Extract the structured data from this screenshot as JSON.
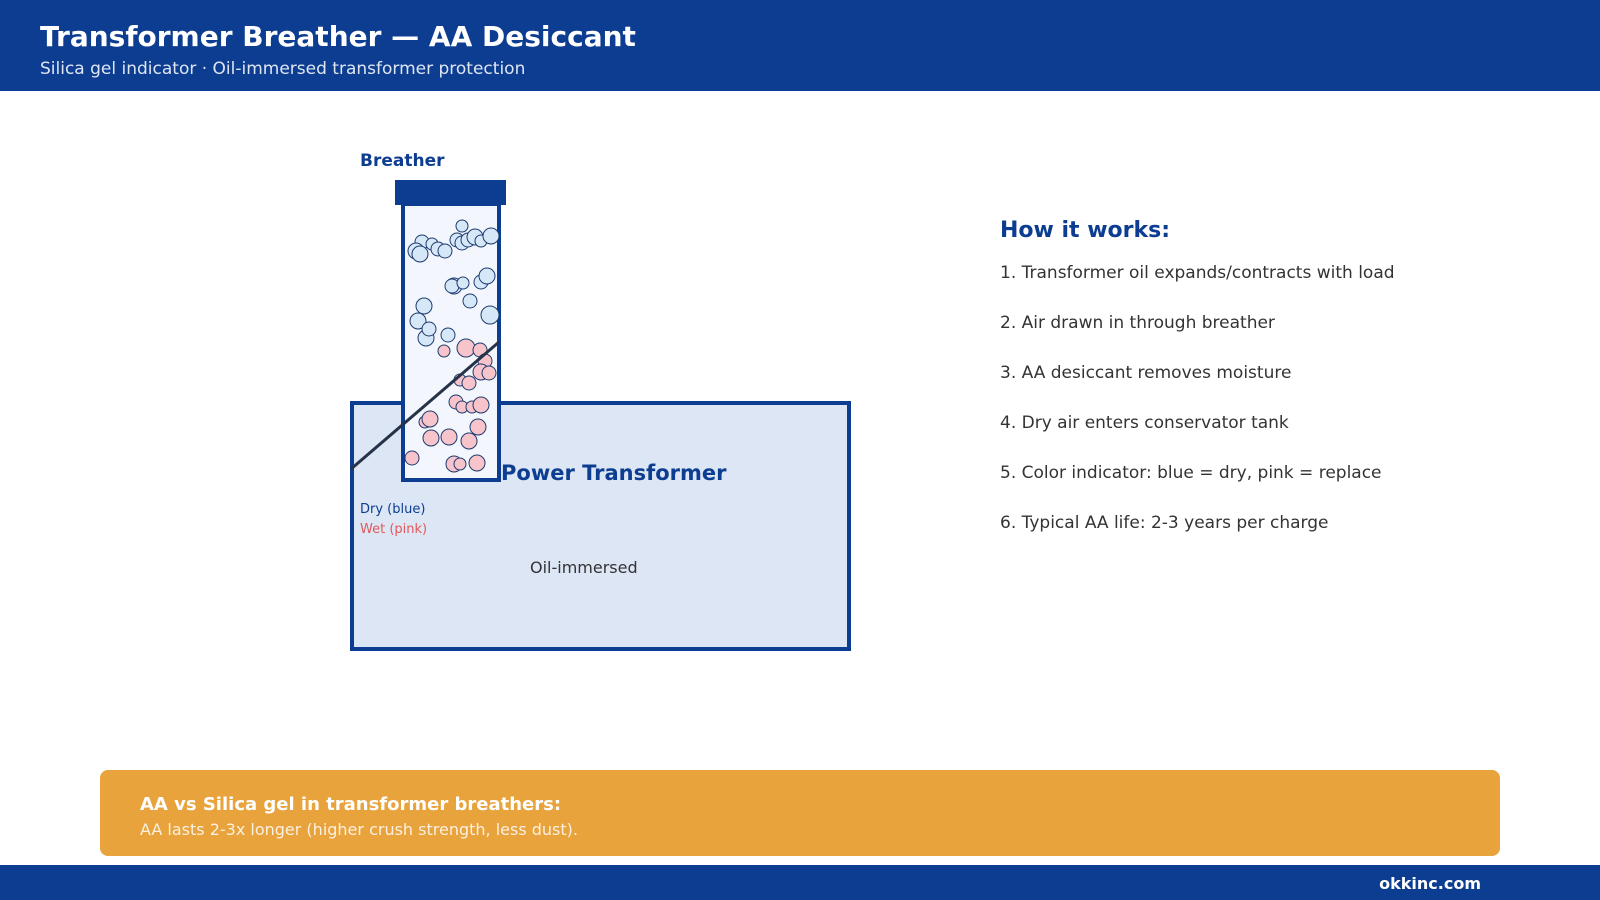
{
  "header": {
    "title": "Transformer Breather — AA Desiccant",
    "subtitle": "Silica gel indicator · Oil-immersed transformer protection"
  },
  "diagram": {
    "breather_label": "Breather",
    "transformer_label": "Power Transformer",
    "oil_label": "Oil-immersed",
    "legend": {
      "dry": "Dry (blue)",
      "wet": "Wet (pink)"
    },
    "colors": {
      "primary": "#0d3d91",
      "transformer_fill": "#dce6f5",
      "column_fill": "#f3f7fd",
      "dry_bead": "#d6e8f8",
      "wet_bead": "#f8c4cc",
      "wet_text": "#e05a5a",
      "accent": "#e8a33d"
    }
  },
  "how_it_works": {
    "title": "How it works:",
    "steps": [
      "1. Transformer oil expands/contracts with load",
      "2. Air drawn in through breather",
      "3. AA desiccant removes moisture",
      "4. Dry air enters conservator tank",
      "5. Color indicator: blue = dry, pink = replace",
      "6. Typical AA life: 2-3 years per charge"
    ]
  },
  "callout": {
    "title": "AA vs Silica gel in transformer breathers:",
    "body": "AA lasts 2-3x longer (higher crush strength, less dust)."
  },
  "footer": {
    "brand": "okkinc.com"
  }
}
